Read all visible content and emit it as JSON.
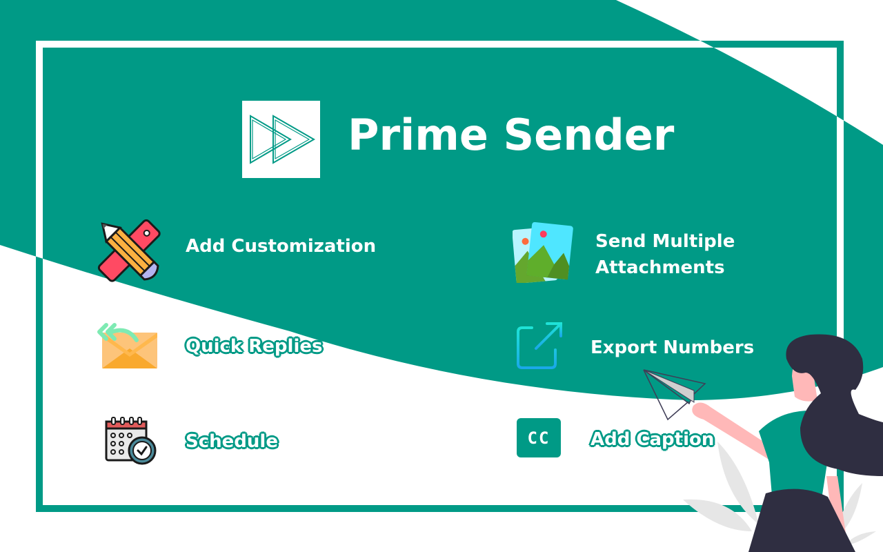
{
  "brand": {
    "title": "Prime Sender",
    "logo_icon": "fast-forward-icon",
    "accent_color": "#009a86"
  },
  "features": [
    {
      "label": "Add Customization",
      "icon": "pencil-ruler-icon"
    },
    {
      "label": "Send Multiple",
      "label_line2": "Attachments",
      "icon": "images-icon"
    },
    {
      "label": "Quick Replies",
      "icon": "envelope-reply-icon"
    },
    {
      "label": "Export Numbers",
      "icon": "export-icon"
    },
    {
      "label": "Schedule",
      "icon": "calendar-clock-icon"
    },
    {
      "label": "Add Caption",
      "icon": "cc-icon",
      "icon_text": "CC"
    }
  ],
  "illustration": {
    "name": "woman-with-paper-plane-illustration"
  }
}
